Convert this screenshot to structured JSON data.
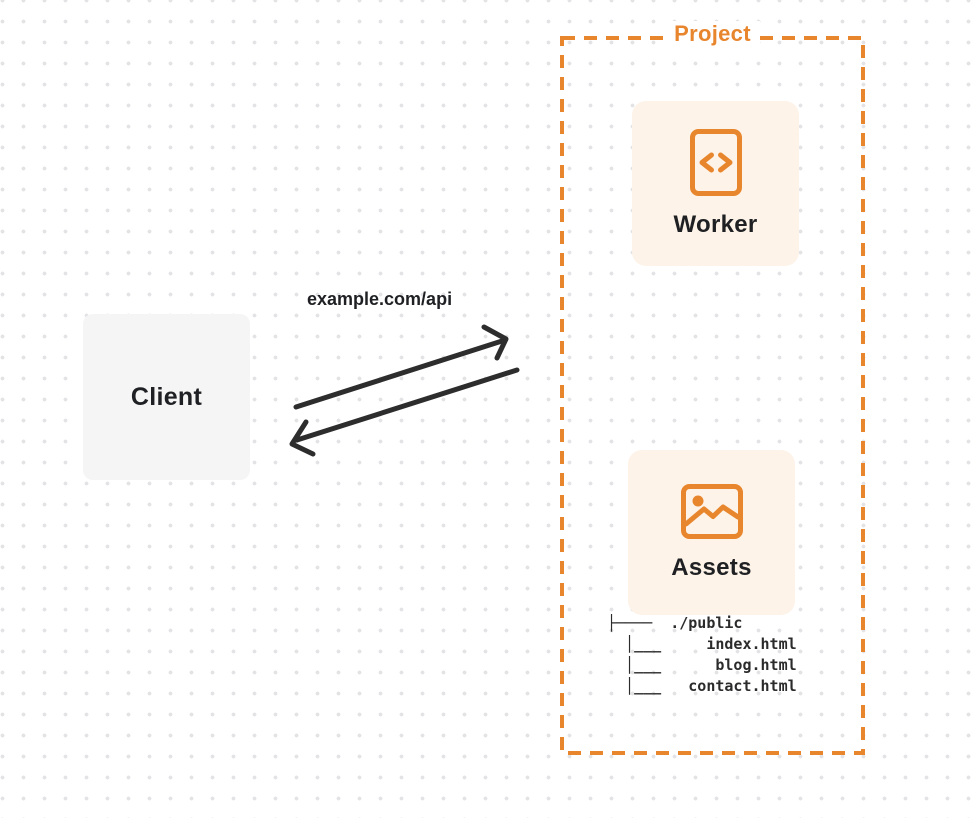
{
  "client": {
    "label": "Client"
  },
  "request_label": "example.com/api",
  "project": {
    "label": "Project",
    "worker": {
      "label": "Worker",
      "icon": "code-file-icon"
    },
    "assets": {
      "label": "Assets",
      "icon": "image-icon"
    },
    "file_tree": {
      "root": "./public",
      "files": [
        "index.html",
        "blog.html",
        "contact.html"
      ],
      "lines": [
        "├────  ./public",
        "  │___     index.html",
        "  │___      blog.html",
        "  │___   contact.html"
      ]
    }
  },
  "colors": {
    "accent": "#e8862e",
    "card_bg": "#fdf3e8",
    "client_bg": "#f5f5f6",
    "arrow": "#2d2d2d",
    "text_dark": "#1f2023",
    "tree_text": "#2b2b2b",
    "dot": "#e3e3e6",
    "label_bg": "#ffffff"
  }
}
